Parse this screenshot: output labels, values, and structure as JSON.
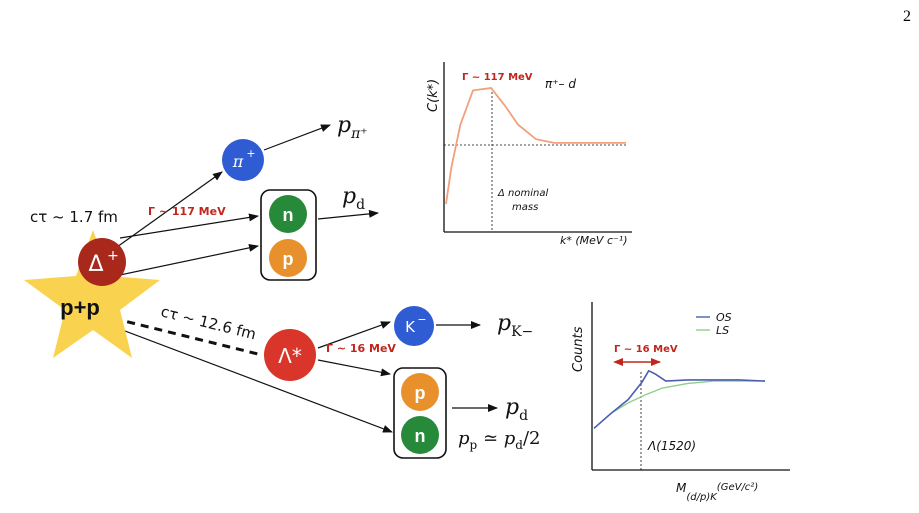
{
  "page_number": "2",
  "colors": {
    "star": "#f9d24f",
    "delta": "#a8281b",
    "lambda": "#d9352a",
    "pion": "#2f5bd3",
    "kaon": "#2f5bd3",
    "neutron": "#268a3a",
    "proton": "#e8902b",
    "width_label": "#c0261c",
    "correlation_curve": "#f0a07a",
    "os_curve": "#4a5fb0",
    "ls_curve": "#8ecf8a"
  },
  "diagram": {
    "collision_label": "p+p",
    "delta": {
      "symbol": "Δ",
      "charge": "+",
      "ctau": "cτ ~ 1.7 fm",
      "width": "Γ ~ 117 MeV"
    },
    "lambda_star": {
      "symbol": "Λ*",
      "ctau": "cτ ~ 12.6 fm",
      "width": "Γ ~ 16 MeV"
    },
    "pion": {
      "symbol": "π",
      "charge": "+",
      "momentum_label": "p",
      "momentum_sub": "π⁺"
    },
    "kaon": {
      "symbol": "K",
      "charge": "−",
      "momentum_label": "p",
      "momentum_sub": "K−"
    },
    "deuteron_top": {
      "neutron": "n",
      "proton": "p",
      "momentum_label": "p",
      "momentum_sub": "d"
    },
    "deuteron_bottom": {
      "proton": "p",
      "neutron": "n",
      "momentum_label": "p",
      "momentum_sub": "d",
      "relation_left": "p",
      "relation_left_sub": "p",
      "relation_mid": " ≃ ",
      "relation_right": "p",
      "relation_right_sub": "d",
      "relation_tail": "/2"
    }
  },
  "correlation_plot": {
    "ylabel": "C(k*)",
    "xlabel": "k* (MeV c⁻¹)",
    "width_label": "Γ ~ 117 MeV",
    "pair_label": "π⁺– d",
    "annotation_line1": "Δ nominal",
    "annotation_line2": "mass"
  },
  "mass_plot": {
    "ylabel": "Counts",
    "xlabel_main": "M",
    "xlabel_sub": "(d/p)K",
    "xlabel_unit": "(GeV/c²)",
    "width_label": "Γ ~ 16 MeV",
    "legend_os": "OS",
    "legend_ls": "LS",
    "annotation": "Λ(1520)"
  },
  "chart_data": [
    {
      "type": "line",
      "title": "",
      "ylabel": "C(k*)",
      "xlabel": "k* (MeV c⁻¹)",
      "series": [
        {
          "x": [
            0,
            0.03,
            0.08,
            0.15,
            0.25,
            0.33,
            0.4,
            0.5,
            0.6,
            0.7,
            0.8,
            0.9,
            1.0
          ],
          "y": [
            0.05,
            0.35,
            0.7,
            0.98,
            1.0,
            0.85,
            0.7,
            0.58,
            0.55,
            0.55,
            0.55,
            0.55,
            0.55
          ]
        }
      ],
      "grid": false
    },
    {
      "type": "line",
      "title": "",
      "ylabel": "Counts",
      "xlabel": "M(d/p)K (GeV/c²)",
      "series": [
        {
          "name": "OS",
          "x": [
            0,
            0.1,
            0.2,
            0.28,
            0.32,
            0.36,
            0.42,
            0.55,
            0.7,
            0.85,
            1.0
          ],
          "y": [
            0.45,
            0.58,
            0.7,
            0.85,
            0.95,
            0.92,
            0.86,
            0.87,
            0.87,
            0.87,
            0.86
          ]
        },
        {
          "name": "LS",
          "x": [
            0,
            0.1,
            0.2,
            0.3,
            0.4,
            0.55,
            0.7,
            0.85,
            1.0
          ],
          "y": [
            0.45,
            0.58,
            0.67,
            0.74,
            0.8,
            0.84,
            0.86,
            0.86,
            0.86
          ]
        }
      ],
      "grid": false
    }
  ]
}
